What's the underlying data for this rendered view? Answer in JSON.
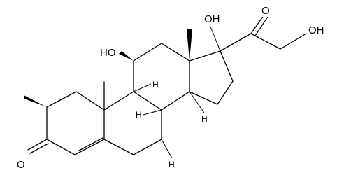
{
  "diagram": {
    "labels": {
      "o_ketone_3": "O",
      "o_hydroxyl_11": "HO",
      "o_hydroxyl_17": "OH",
      "o_ketone_20": "O",
      "o_hydroxyl_21": "OH",
      "h": "H"
    }
  }
}
